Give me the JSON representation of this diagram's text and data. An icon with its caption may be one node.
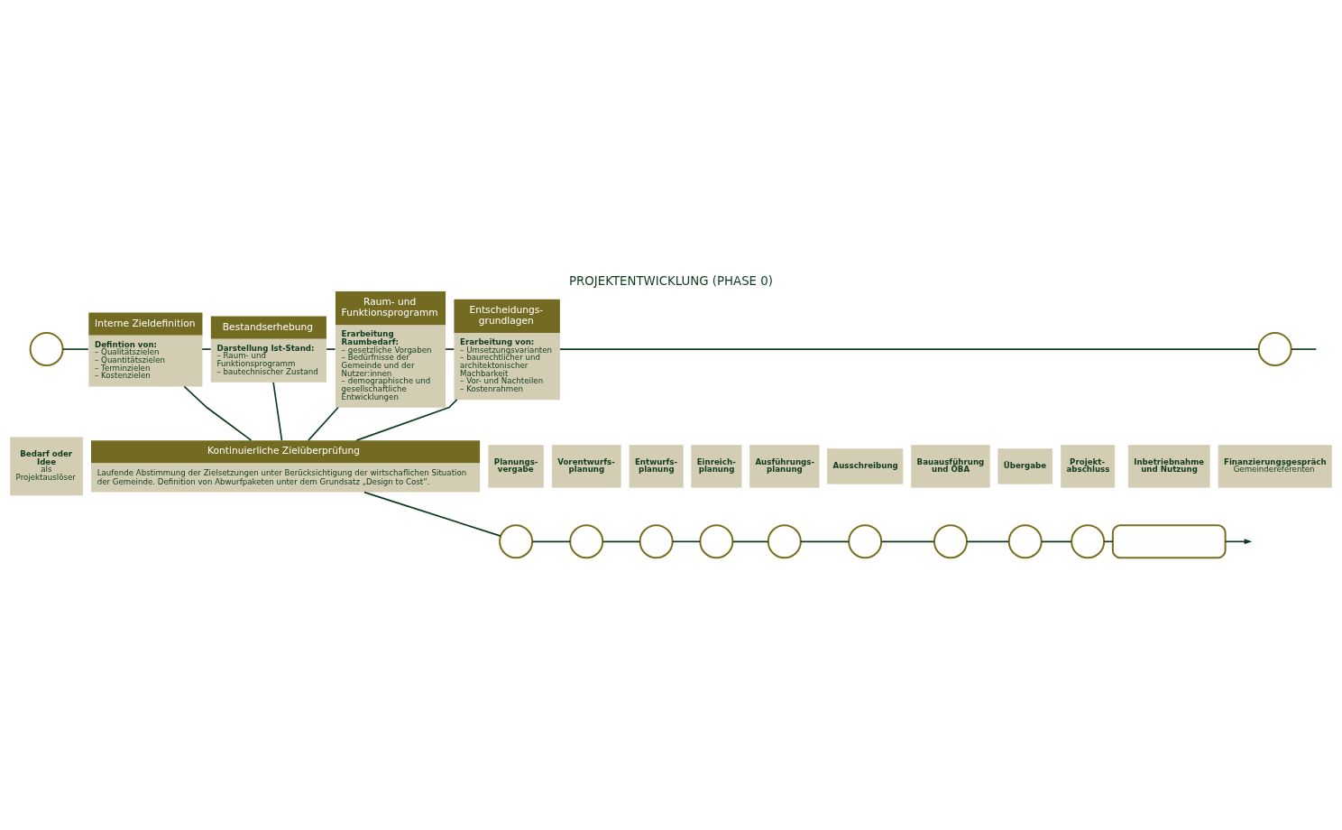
{
  "diagram": {
    "title": "PROJEKTENTWICKLUNG (PHASE 0)",
    "nodes": [
      {
        "text": [],
        "shape": "circle"
      },
      {
        "text": [
          "Bedarf oder Idee",
          "als Projektauslöser"
        ]
      },
      {
        "text": [
          "Interne Zieldefinition",
          "Defintion von:",
          "– Qualitätszielen",
          "– Quantitätszielen",
          "– Terminzielen",
          "– Kostenzielen"
        ]
      },
      {
        "text": [
          "Bestandserhebung",
          "Darstellung Ist-Stand:",
          "– Raum- und Funktionsprogramm",
          "– bautechnischer Zustand"
        ]
      },
      {
        "text": [
          "Raum- und Funktionsprogramm",
          "Erarbeitung Raumbedarf:",
          "– gesetzliche Vorgaben",
          "– Bedürfnisse der Gemeinde und der Nutzer:innen",
          "– demographische und gesellschaftliche Entwicklungen"
        ]
      },
      {
        "text": [
          "Entscheidungs- grundlagen",
          "Erarbeitung von:",
          "– Umsetzungsvarianten",
          "– baurechtlicher und architektonischer Machbarkeit",
          "– Vor- und Nachteilen",
          "– Kostenrahmen"
        ]
      },
      {
        "text": [],
        "shape": "circle"
      },
      {
        "text": [
          "Finanzierungsgespräch",
          "Gemeindereferenten"
        ]
      },
      {
        "text": [
          "Kontinuierliche Zielüberprüfung",
          "Laufende Abstimmung der Zielsetzungen unter Berücksichtigung der wirtschaflichen Situation der Gemeinde. Definition von Abwurfpaketen unter dem Grundsatz „Design to Cost“."
        ]
      },
      {
        "text": [
          "Planungs- vergabe"
        ]
      },
      {
        "text": [],
        "shape": "circle"
      },
      {
        "text": [
          "Vorentwurfs- planung"
        ]
      },
      {
        "text": [],
        "shape": "circle"
      },
      {
        "text": [
          "Entwurfs- planung"
        ]
      },
      {
        "text": [],
        "shape": "circle"
      },
      {
        "text": [
          "Einreich- planung"
        ]
      },
      {
        "text": [],
        "shape": "circle"
      },
      {
        "text": [
          "Ausführungs- planung"
        ]
      },
      {
        "text": [],
        "shape": "circle"
      },
      {
        "text": [
          "Ausschreibung"
        ]
      },
      {
        "text": [],
        "shape": "circle"
      },
      {
        "text": [
          "Bauausführung und ÖBA"
        ]
      },
      {
        "text": [],
        "shape": "circle"
      },
      {
        "text": [
          "Übergabe"
        ]
      },
      {
        "text": [],
        "shape": "circle"
      },
      {
        "text": [
          "Projekt- abschluss"
        ]
      },
      {
        "text": [],
        "shape": "circle"
      },
      {
        "text": [
          "Inbetriebnahme und Nutzung"
        ]
      },
      {
        "text": [],
        "shape": "box"
      }
    ],
    "edges": [
      {
        "from": 0,
        "to": 2,
        "arrow": "none"
      },
      {
        "from": 2,
        "to": 3,
        "arrow": "none"
      },
      {
        "from": 3,
        "to": 4,
        "arrow": "none"
      },
      {
        "from": 4,
        "to": 5,
        "arrow": "none"
      },
      {
        "from": 5,
        "to": 6,
        "arrow": "none"
      },
      {
        "from": 6,
        "to": null,
        "arrow": "none"
      },
      {
        "from": 2,
        "to": 8,
        "arrow": "none"
      },
      {
        "from": 3,
        "to": 8,
        "arrow": "none"
      },
      {
        "from": 4,
        "to": 8,
        "arrow": "none"
      },
      {
        "from": 5,
        "to": 8,
        "arrow": "none"
      },
      {
        "from": 8,
        "to": 10,
        "arrow": "none"
      },
      {
        "from": 10,
        "to": 12,
        "arrow": "none"
      },
      {
        "from": 12,
        "to": 14,
        "arrow": "none"
      },
      {
        "from": 14,
        "to": 16,
        "arrow": "none"
      },
      {
        "from": 16,
        "to": 18,
        "arrow": "none"
      },
      {
        "from": 18,
        "to": 20,
        "arrow": "none"
      },
      {
        "from": 20,
        "to": 22,
        "arrow": "none"
      },
      {
        "from": 22,
        "to": 24,
        "arrow": "none"
      },
      {
        "from": 24,
        "to": 26,
        "arrow": "none"
      },
      {
        "from": 26,
        "to": 28,
        "arrow": "none"
      },
      {
        "from": 28,
        "to": null,
        "arrow": "to"
      }
    ]
  }
}
